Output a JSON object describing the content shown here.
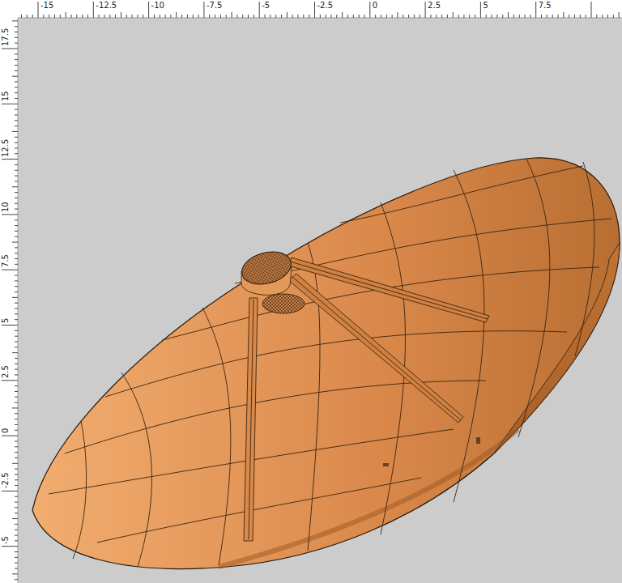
{
  "diagram": {
    "labels": [
      "-15",
      "-12.5",
      "-10",
      "-7.5",
      "-5",
      "-2.5",
      "0",
      "2.5",
      "5",
      "7.5",
      "17.5",
      "15",
      "12.5",
      "10",
      "7.5",
      "5",
      "2.5",
      "0",
      "-2.5",
      "-5"
    ]
  }
}
